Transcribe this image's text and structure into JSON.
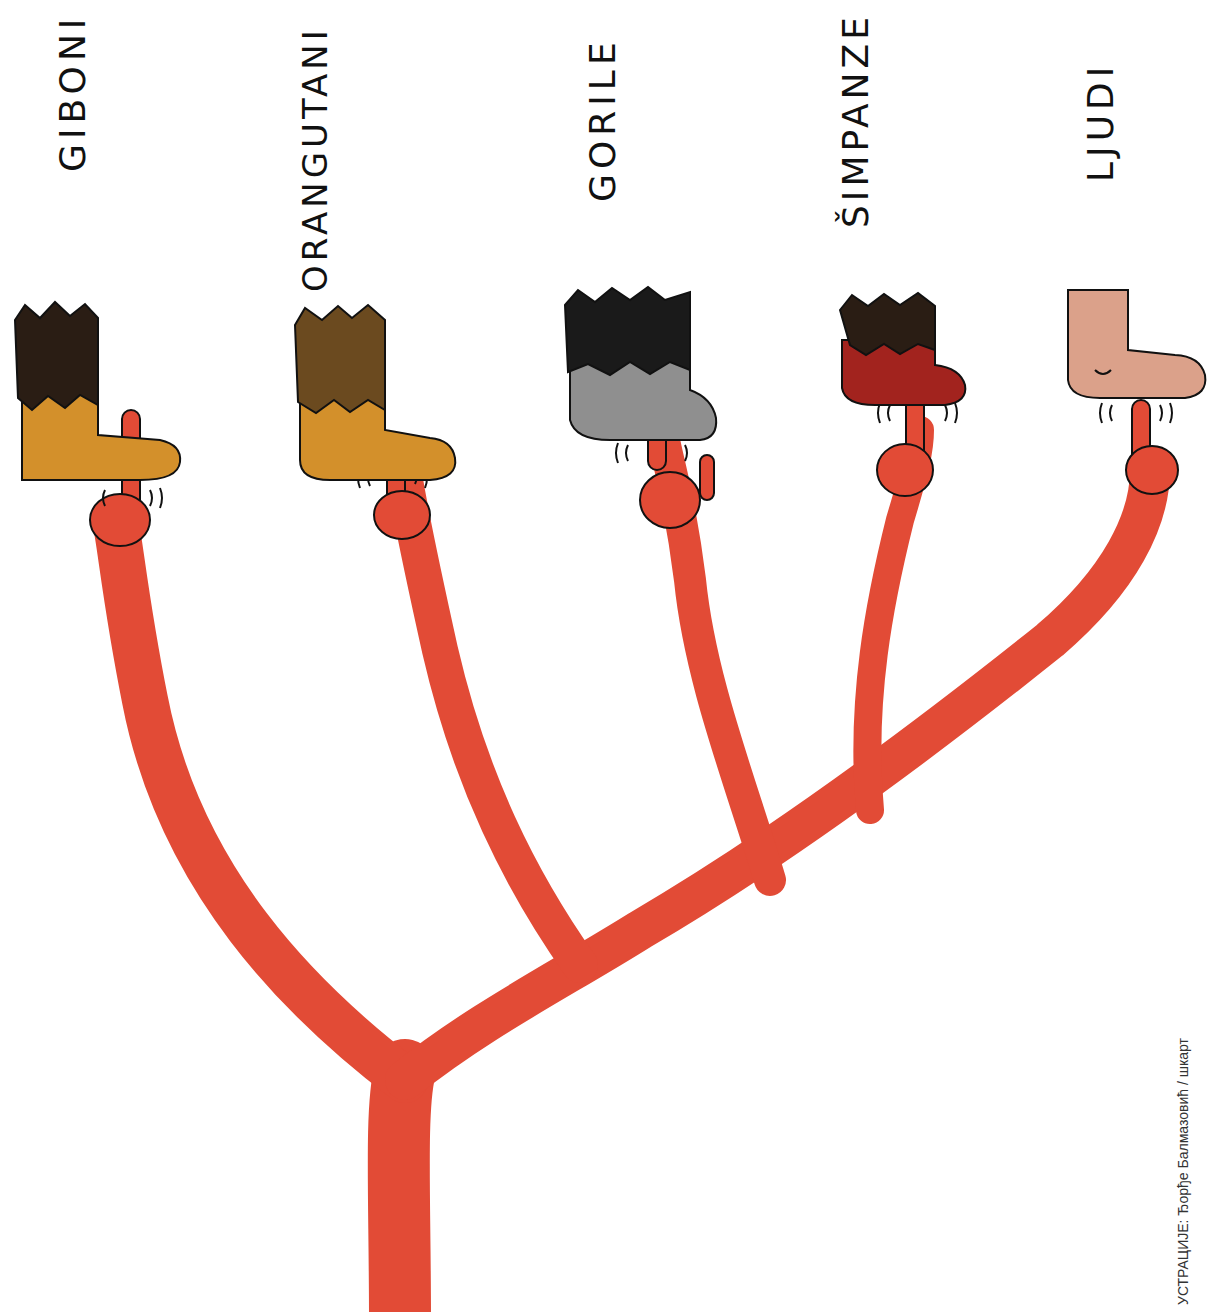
{
  "diagram": {
    "labels": [
      "GIBONI",
      "ORANGUTANI",
      "GORILE",
      "ŠIMPANZE",
      "LJUDI",
      "УСТРАЦИЈЕ: Ђорђе Балмазовић / шкарт"
    ]
  }
}
